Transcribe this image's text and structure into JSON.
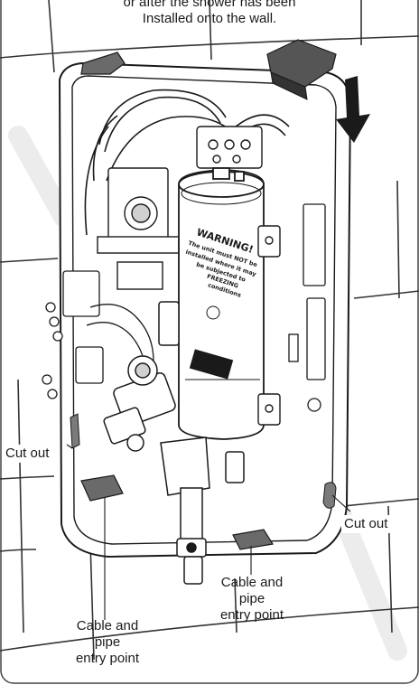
{
  "header": {
    "line1": "or after the shower has been",
    "line2": "Installed onto the wall."
  },
  "labels": {
    "cut_out_left": "Cut out",
    "cut_out_right": "Cut out",
    "cable_left_line1": "Cable and",
    "cable_left_line2": "pipe",
    "cable_left_line3": "entry point",
    "cable_right_line1": "Cable and",
    "cable_right_line2": "pipe",
    "cable_right_line3": "entry point"
  },
  "warning_label": {
    "title": "WARNING!",
    "line1": "The unit must NOT be",
    "line2": "installed where it may",
    "line3": "be subjected to",
    "line4": "FREEZING",
    "line5": "conditions"
  },
  "colors": {
    "line": "#1a1a1a",
    "tile_grid": "#333333",
    "cover_grey": "#555555",
    "cutout_grey": "#7a7a7a",
    "watermark": "#eeeeee"
  }
}
